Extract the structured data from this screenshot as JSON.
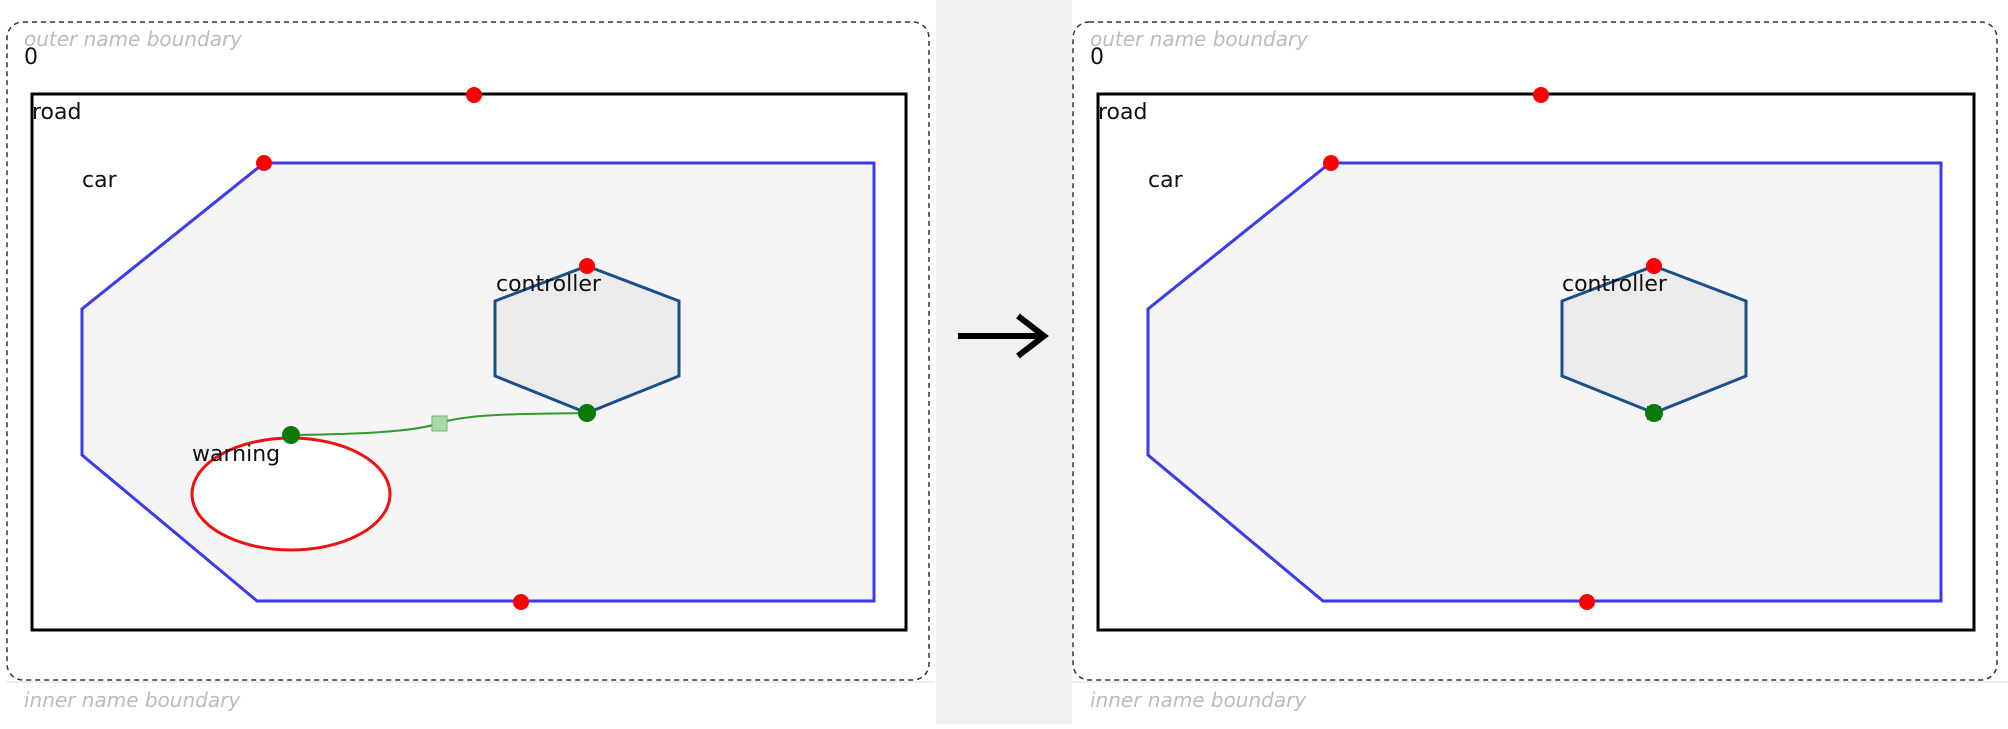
{
  "colors": {
    "background": "#ffffff",
    "separator_band": "#f0f0f0",
    "root_border": "#333333",
    "road_border": "#000000",
    "car_border": "#3a3aee",
    "car_fill": "#f5f5f5",
    "controller_border": "#1a4f8a",
    "controller_fill": "#ebebeb",
    "warning_border": "#ee1111",
    "site_red": "#ff0000",
    "port_green": "#0a7a0a",
    "link_green": "#2f9a2f",
    "link_handle": "#a8d8a8",
    "boundary_text": "#bbbbbb"
  },
  "arrow": {
    "icon": "right-arrow-icon",
    "glyph": "→"
  },
  "left_panel": {
    "outer_boundary_label": "outer name boundary",
    "inner_boundary_label": "inner name boundary",
    "root_label": "0",
    "road_label": "road",
    "car_label": "car",
    "controller_label": "controller",
    "warning_label": "warning"
  },
  "right_panel": {
    "outer_boundary_label": "outer name boundary",
    "inner_boundary_label": "inner name boundary",
    "root_label": "0",
    "road_label": "road",
    "car_label": "car",
    "controller_label": "controller"
  }
}
